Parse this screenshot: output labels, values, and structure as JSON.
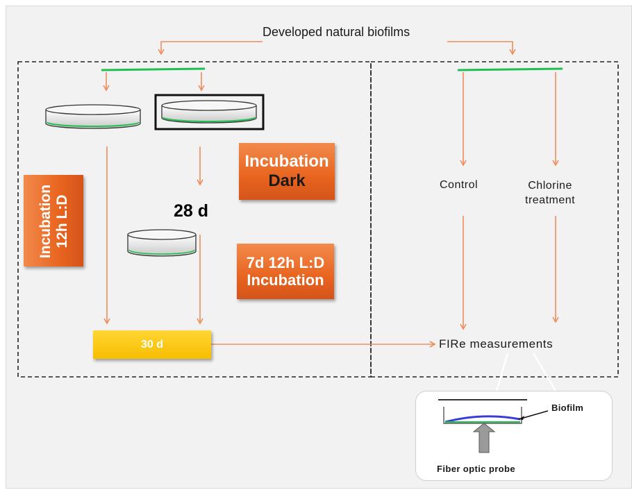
{
  "title": "Developed natural biofilms",
  "left": {
    "incubation_dark": [
      "Incubation",
      "Dark"
    ],
    "duration_28d": "28 d",
    "incubation_7d": [
      "7d 12h L:D",
      "Incubation"
    ],
    "incubation_12h": [
      "Incubation",
      "12h L:D"
    ],
    "duration_30d": "30 d"
  },
  "right": {
    "control": "Control",
    "chlorine": [
      "Chlorine",
      "treatment"
    ],
    "fire": "FIRe measurements"
  },
  "inset": {
    "biofilm": "Biofilm",
    "probe": "Fiber optic probe"
  },
  "colors": {
    "arrow": "#f08c5a",
    "green_line": "#1fbf4f",
    "orange_box": "#e8641f",
    "yellow_box": "#f7bd00",
    "biofilm_blue": "#3b3bd6"
  }
}
